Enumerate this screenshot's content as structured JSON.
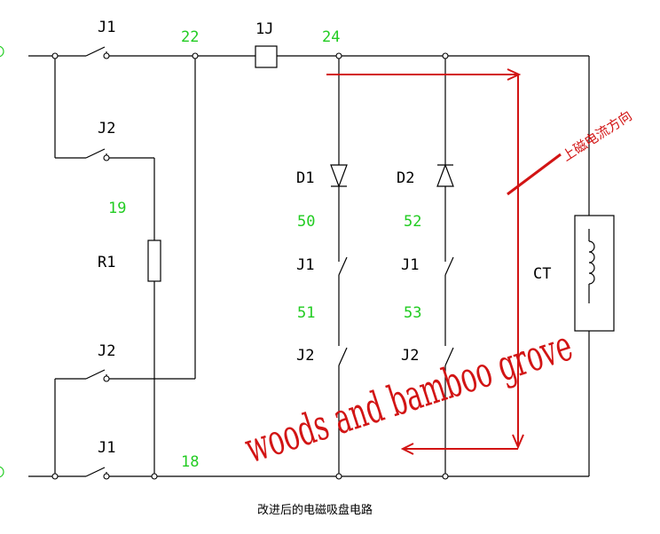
{
  "labels": {
    "j1_top": "J1",
    "j2_upper": "J2",
    "r1": "R1",
    "j2_lower": "J2",
    "j1_bottom": "J1",
    "relay_1j": "1J",
    "d1": "D1",
    "d2": "D2",
    "j1_branch1": "J1",
    "j1_branch2": "J1",
    "j2_branch1": "J2",
    "j2_branch2": "J2",
    "ct": "CT"
  },
  "nodes": {
    "n22": "22",
    "n24": "24",
    "n19": "19",
    "n50": "50",
    "n52": "52",
    "n51": "51",
    "n53": "53",
    "n18": "18"
  },
  "annotations": {
    "current_direction": "上磁电流方向",
    "watermark": "woods and bamboo grove"
  },
  "caption": "改进后的电磁吸盘电路",
  "colors": {
    "wire": "#000000",
    "node_label": "#22cc22",
    "annotation": "#d21414"
  }
}
